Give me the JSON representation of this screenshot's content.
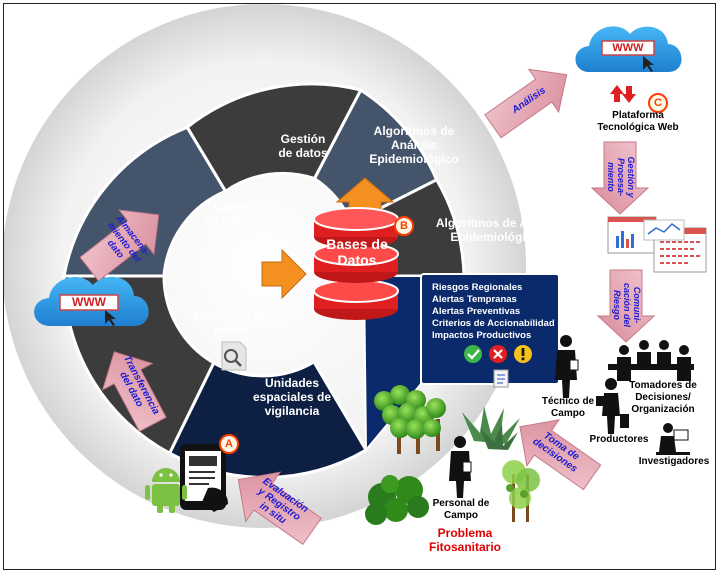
{
  "segments": {
    "gestion": "Gestión\nde datos",
    "algoritmos_analisis": "Algoritmos de\nAnálisis\nEpidemiológico",
    "algoritmos_alertas": "Algoritmos de Alertas\nEpidemiológicas",
    "carga": "Carga\nde Datos",
    "validacion": "Validación de\nDatos",
    "unidades": "Unidades\nespaciales de\nvigilancia"
  },
  "center": {
    "label": "Bases de\nDatos",
    "marker": "B"
  },
  "risk_box": {
    "lines": [
      "Riesgos Regionales",
      "Alertas Tempranas",
      "Alertas Preventivas",
      "Criterios de Accionabilidad",
      "Impactos Productivos"
    ]
  },
  "arrows": {
    "analisis": "Análisis",
    "gestion_procesamiento": "Gestión y\nProcesa-\nmiento",
    "comunicacion": "Comuni-\ncación del\nRiesgo",
    "toma_decisiones": "Toma de\ndecisiones",
    "evaluacion": "Evaluación\ny Registro\nin situ",
    "transferencia": "Transferencia\ndel dato",
    "almacenamiento": "Almacena-\nmiento del\ndato"
  },
  "cloud_text": "WWW",
  "platform": {
    "marker": "C",
    "label": "Plataforma\nTecnológica Web"
  },
  "phone_marker": "A",
  "actors": {
    "tecnico": "Técnico de\nCampo",
    "tomadores": "Tomadores de\nDecisiones/\nOrganización",
    "productores": "Productores",
    "investigadores": "Investigadores",
    "personal": "Personal de\nCampo"
  },
  "problem": "Problema\nFitosanitario",
  "colors": {
    "dark_segment": "#3c3c3c",
    "blue_segment": "#44546a",
    "navy_box": "#0b2a6b",
    "arrow_pink": "#e6a7b3",
    "accent_orange": "#f39020",
    "db_red": "#e02020",
    "problem_red": "#e00000",
    "cloud_blue": "#2e9be6"
  }
}
